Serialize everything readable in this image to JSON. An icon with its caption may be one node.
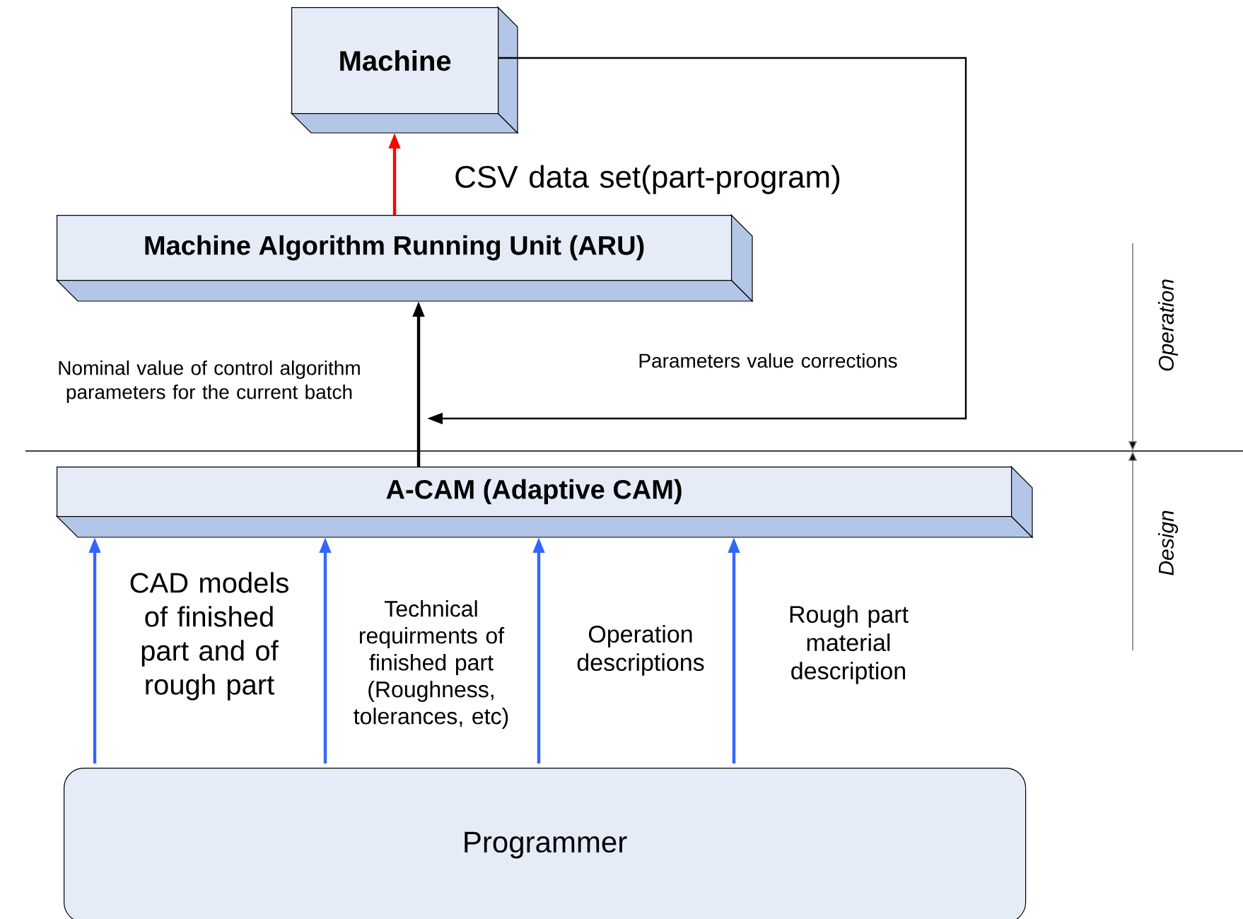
{
  "diagram": {
    "nodes": [
      {
        "text": [
          "Machine"
        ]
      },
      {
        "text": [
          "Machine Algorithm Running Unit (ARU)"
        ]
      },
      {
        "text": [
          "A-CAM (Adaptive CAM)"
        ]
      },
      {
        "text": [
          "Programmer"
        ]
      }
    ],
    "edges": [
      {
        "from": 1,
        "to": 0,
        "arrow": "to",
        "label": "CSV data set(part-program)",
        "color": "#ff0000"
      },
      {
        "from": 2,
        "to": 1,
        "arrow": "to",
        "label": "Nominal value of control algorithm parameters for the current batch",
        "color": "#000000"
      },
      {
        "from": 0,
        "to": null,
        "arrow": "to",
        "label": "Parameters value corrections",
        "color": "#000000"
      },
      {
        "from": 3,
        "to": 2,
        "arrow": "to",
        "label": "CAD models of finished part and of rough part"
      },
      {
        "from": 3,
        "to": 2,
        "arrow": "to",
        "label": "Technical requirments of finished part (Roughness, tolerances, etc)"
      },
      {
        "from": 3,
        "to": 2,
        "arrow": "to",
        "label": "Operation descriptions"
      },
      {
        "from": 3,
        "to": 2,
        "arrow": "to",
        "label": "Rough part material description"
      }
    ],
    "labels": [
      "Operation",
      "Design"
    ]
  }
}
